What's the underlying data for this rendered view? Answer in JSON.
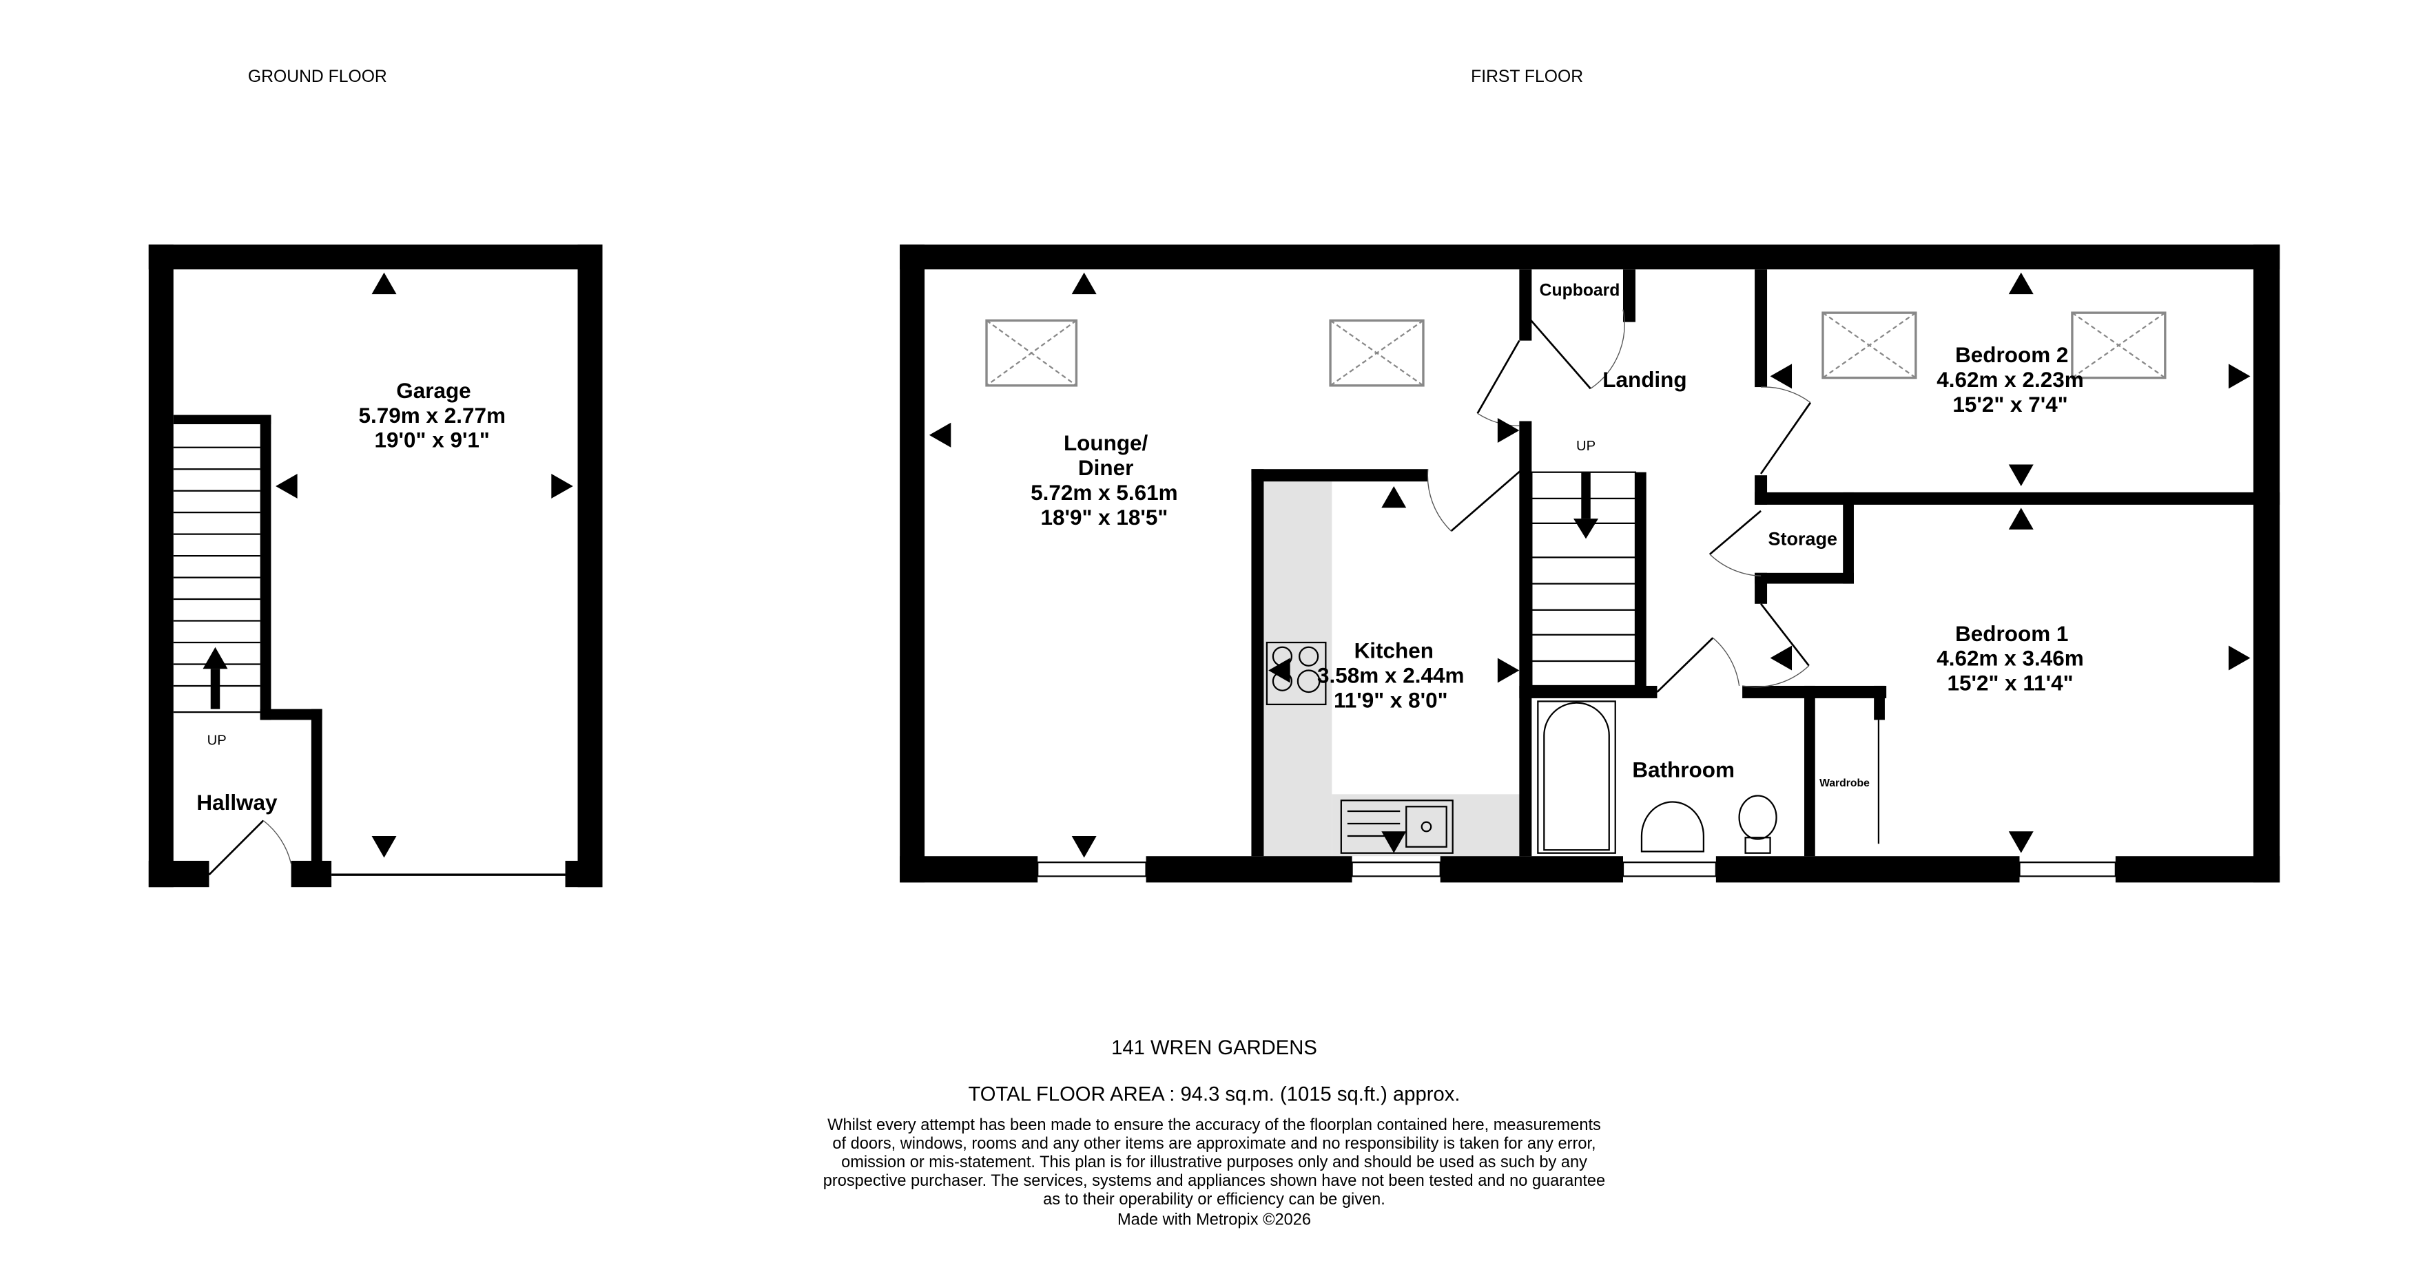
{
  "headings": {
    "ground_floor": "GROUND FLOOR",
    "first_floor": "FIRST FLOOR"
  },
  "rooms": {
    "garage": {
      "name": "Garage",
      "metric": "5.79m  x 2.77m",
      "imperial": "19'0\"  x 9'1\""
    },
    "hallway": {
      "name": "Hallway"
    },
    "lounge": {
      "name1": "Lounge/",
      "name2": "Diner",
      "metric": "5.72m  x 5.61m",
      "imperial": "18'9\"  x 18'5\""
    },
    "kitchen": {
      "name": "Kitchen",
      "metric": "3.58m  x 2.44m",
      "imperial": "11'9\"  x 8'0\""
    },
    "landing": {
      "name": "Landing"
    },
    "cupboard": {
      "name": "Cupboard"
    },
    "storage": {
      "name": "Storage"
    },
    "bathroom": {
      "name": "Bathroom"
    },
    "wardrobe": {
      "name": "Wardrobe"
    },
    "bedroom2": {
      "name": "Bedroom 2",
      "metric": "4.62m  x 2.23m",
      "imperial": "15'2\"  x 7'4\""
    },
    "bedroom1": {
      "name": "Bedroom 1",
      "metric": "4.62m  x 3.46m",
      "imperial": "15'2\"  x 11'4\""
    }
  },
  "stairs": {
    "ground_up": "UP",
    "first_up": "UP"
  },
  "footer": {
    "address": "141 WREN GARDENS",
    "total_area": "TOTAL FLOOR AREA : 94.3 sq.m. (1015 sq.ft.) approx.",
    "disclaimer": [
      "Whilst every attempt has been made to ensure the accuracy of the floorplan contained here, measurements",
      "of doors, windows, rooms and any other items are approximate and no responsibility is taken for any error,",
      "omission or mis-statement. This plan is for illustrative purposes only and should be used as such by any",
      "prospective purchaser. The services, systems and appliances shown have not been tested and no guarantee",
      "as to their operability or efficiency can be given."
    ],
    "credit": "Made with Metropix ©2026"
  }
}
